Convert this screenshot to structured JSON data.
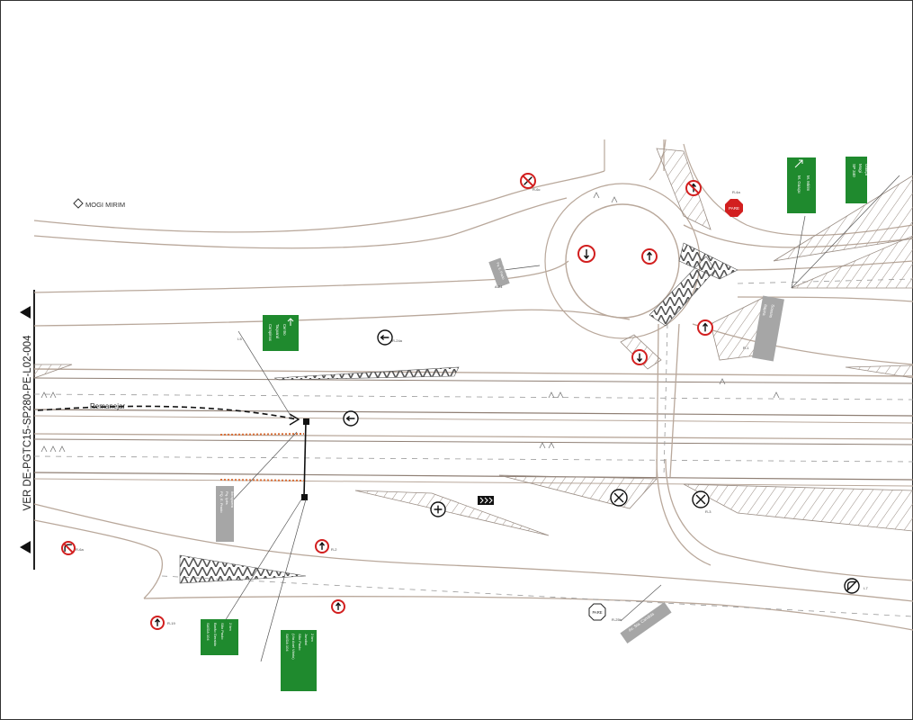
{
  "drawing": {
    "reference": "VER DE-PGTC15-SP280-PE-L02-004",
    "direction_label": "MOGI MIRIM",
    "remanejar_label": "Remanejar",
    "colors": {
      "road": "#b9a89b",
      "road_dark": "#8f7f74",
      "lane_dash": "#9a9a9a",
      "hatch": "#9a8d84",
      "sign_green": "#1f8a2e",
      "sign_gray": "#a6a6a6",
      "sign_red": "#d21f1f",
      "accent_orange": "#d9703a",
      "text": "#333333"
    }
  },
  "signs": {
    "green_1": {
      "lines": [
        "Campinas",
        "Taquaral",
        "Centro"
      ]
    },
    "green_2": {
      "lines": [
        "M. Guaçu",
        "M. Mirim"
      ]
    },
    "green_3": {
      "lines": [
        "SP 340",
        "Mogi",
        "Guaçu"
      ]
    },
    "green_4": {
      "lines": [
        "SAÍDA 104",
        "Barão Geraldo",
        "São Paulo",
        "2 km"
      ]
    },
    "green_5": {
      "lines": [
        "SAÍDA 104",
        "(Via Anel Viário)",
        "São Paulo",
        "Jundiaí",
        "2 km"
      ]
    },
    "gray_1": {
      "lines": [
        "Pq. E. Prado",
        "Ibirapuera"
      ]
    },
    "gray_2": {
      "lines": [
        "PQ. E. Prado",
        "Pq. Ipês",
        "Ibirapuera"
      ]
    },
    "gray_3": {
      "lines": [
        "Itapira",
        "Sousas"
      ]
    },
    "gray_4": {
      "lines": [
        "Av. Sta. Candida"
      ]
    },
    "stop_label": "PARE",
    "codes": [
      "R-6c",
      "R-4a",
      "R-24a",
      "A-24",
      "R-1",
      "R-6a",
      "R-19",
      "I-5",
      "I-7",
      "R-3",
      "R-25b",
      "R-2"
    ]
  }
}
